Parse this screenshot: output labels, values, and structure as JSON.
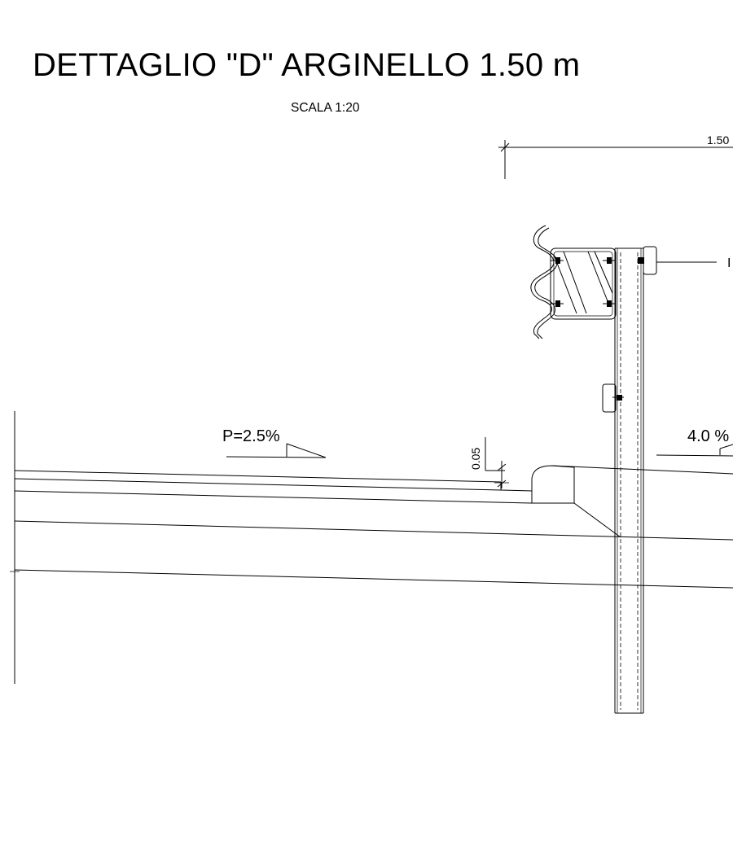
{
  "title": "DETTAGLIO \"D\" ARGINELLO  1.50 m",
  "scale": "SCALA 1:20",
  "dimensions": {
    "top_width": "1.50",
    "step_height": "0.05"
  },
  "slopes": {
    "left": "P=2.5%",
    "right": "4.0 %"
  },
  "callout_text": "I"
}
